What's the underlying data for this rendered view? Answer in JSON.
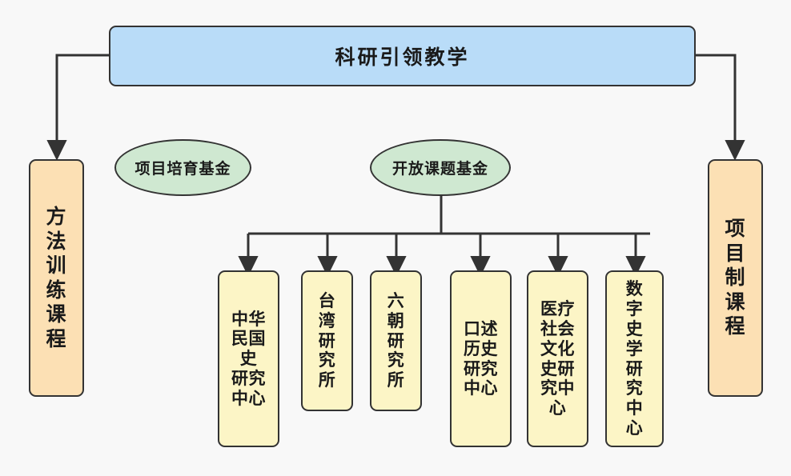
{
  "diagram": {
    "type": "org-chart",
    "background_color": "#f8f8f8",
    "root": {
      "label": "科研引领教学",
      "shape": "rounded-rect",
      "fill": "#b9dcf8",
      "stroke": "#333333"
    },
    "courses": [
      {
        "id": "method-training-course",
        "label": "方法训练课程",
        "lines": [
          "方",
          "法",
          "训",
          "练",
          "课",
          "程"
        ],
        "shape": "rounded-rect",
        "fill": "#fce0b4",
        "side": "left"
      },
      {
        "id": "project-based-course",
        "label": "项目制课程",
        "lines": [
          "项",
          "目",
          "制",
          "课",
          "程"
        ],
        "shape": "rounded-rect",
        "fill": "#fce0b4",
        "side": "right"
      }
    ],
    "funds": [
      {
        "id": "project-incubation-fund",
        "label": "项目培育基金",
        "shape": "ellipse",
        "fill": "#cfe8d1",
        "has_children": false
      },
      {
        "id": "open-topic-fund",
        "label": "开放课题基金",
        "shape": "ellipse",
        "fill": "#cfe8d1",
        "has_children": true
      }
    ],
    "centers": [
      {
        "id": "roc-history-research-center",
        "label": "中华民国史研究中心",
        "lines": [
          "中华",
          "民国",
          "史",
          "研究",
          "中心"
        ],
        "fill": "#fcf5c6"
      },
      {
        "id": "taiwan-research-institute",
        "label": "台湾研究所",
        "lines": [
          "台",
          "湾",
          "研",
          "究",
          "所"
        ],
        "fill": "#fcf5c6"
      },
      {
        "id": "six-dynasties-research-institute",
        "label": "六朝研究所",
        "lines": [
          "六",
          "朝",
          "研",
          "究",
          "所"
        ],
        "fill": "#fcf5c6"
      },
      {
        "id": "oral-history-research-center",
        "label": "口述历史研究中心",
        "lines": [
          "口述",
          "历史",
          "研究",
          "中心"
        ],
        "fill": "#fcf5c6"
      },
      {
        "id": "medical-social-cultural-history-research-center",
        "label": "医疗社会文化史研究中心",
        "lines": [
          "医疗",
          "社会",
          "文化",
          "史研",
          "究中",
          "心"
        ],
        "fill": "#fcf5c6"
      },
      {
        "id": "digital-history-research-center",
        "label": "数字史学研究中心",
        "lines": [
          "数",
          "字",
          "史",
          "学",
          "研",
          "究",
          "中",
          "心"
        ],
        "fill": "#fcf5c6"
      }
    ],
    "edge_color": "#333333"
  }
}
